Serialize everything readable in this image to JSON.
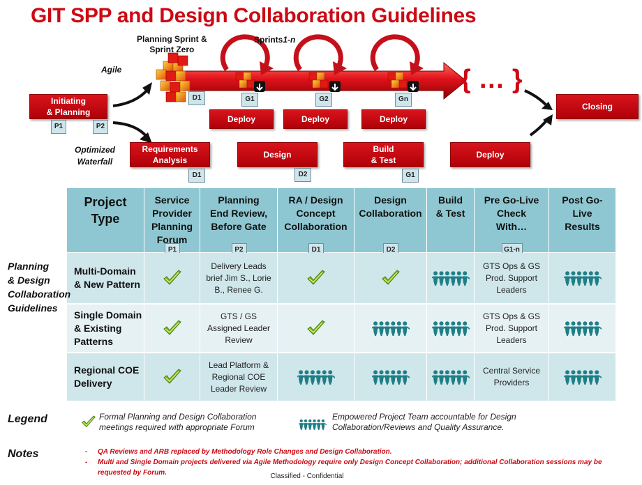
{
  "title": "GIT SPP and Design Collaboration Guidelines",
  "agile_label": "Agile",
  "waterfall_label": "Optimized\nWaterfall",
  "planning_sprint_label": "Planning Sprint &\nSprint Zero",
  "sprints_label_prefix": "Sprints",
  "sprints_label_suffix": "1-n",
  "ellipsis": "{ … }",
  "boxes": {
    "initiating": "Initiating\n& Planning",
    "closing": "Closing",
    "deploy": "Deploy",
    "requirements": "Requirements\nAnalysis",
    "design": "Design",
    "build_test": "Build\n& Test"
  },
  "tags": {
    "p1": "P1",
    "p2": "P2",
    "d1": "D1",
    "d2": "D2",
    "g1": "G1",
    "g2": "G2",
    "gn": "Gn",
    "g1n": "G1-n"
  },
  "table": {
    "headers": [
      "Project\nType",
      "Service\nProvider\nPlanning\nForum",
      "Planning\nEnd Review,\nBefore Gate",
      "RA / Design\nConcept\nCollaboration",
      "Design\nCollaboration",
      "Build\n& Test",
      "Pre Go-Live\nCheck\nWith…",
      "Post Go-\nLive\nResults"
    ],
    "rows": [
      {
        "type": "Multi-Domain\n& New Pattern",
        "cells": [
          "check",
          "Delivery Leads\nbrief Jim S., Lorie\nB., Renee G.",
          "check",
          "check",
          "team",
          "GTS Ops & GS\nProd. Support\nLeaders",
          "team"
        ]
      },
      {
        "type": "Single Domain\n& Existing\nPatterns",
        "cells": [
          "check",
          "GTS / GS\nAssigned Leader\nReview",
          "check",
          "team",
          "team",
          "GTS Ops & GS\nProd. Support\nLeaders",
          "team"
        ]
      },
      {
        "type": "Regional COE\nDelivery",
        "cells": [
          "check",
          "Lead Platform &\nRegional COE\nLeader Review",
          "team",
          "team",
          "team",
          "Central Service\nProviders",
          "team"
        ]
      }
    ]
  },
  "side_label": "Planning\n& Design\nCollaboration\nGuidelines",
  "legend": {
    "title": "Legend",
    "check_text": "Formal Planning and Design Collaboration\nmeetings required with appropriate Forum",
    "team_text": "Empowered Project Team accountable for Design\nCollaboration/Reviews and Quality Assurance."
  },
  "notes": {
    "title": "Notes",
    "items": [
      "QA Reviews and ARB replaced by Methodology Role Changes and Design Collaboration.",
      "Multi and Single Domain projects delivered via Agile Methodology require only Design Concept Collaboration; additional Collaboration sessions may be\nrequested by Forum."
    ]
  },
  "footer": "Classified - Confidential",
  "colors": {
    "accent_red": "#cc0a14",
    "table_header": "#8ec7d2",
    "tag_blue": "#cfe5ec",
    "check_green": "#7ab51d",
    "team_teal": "#1f7f86"
  }
}
